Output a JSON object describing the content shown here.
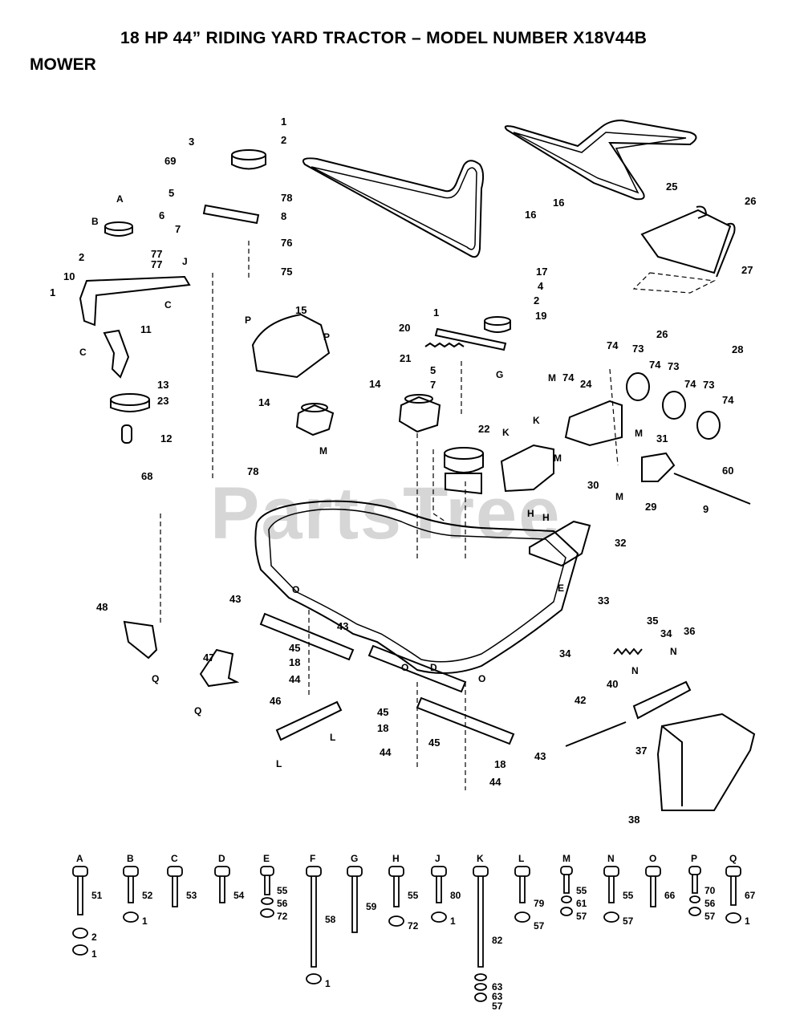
{
  "header": {
    "title": "18 HP 44” RIDING YARD TRACTOR – MODEL NUMBER X18V44B",
    "section": "MOWER"
  },
  "watermark": "PartsTree",
  "callouts": [
    {
      "id": "c1a",
      "text": "1"
    },
    {
      "id": "c2a",
      "text": "2"
    },
    {
      "id": "c3",
      "text": "3"
    },
    {
      "id": "c69",
      "text": "69"
    },
    {
      "id": "c5a",
      "text": "5"
    },
    {
      "id": "c78a",
      "text": "78"
    },
    {
      "id": "c8",
      "text": "8"
    },
    {
      "id": "c7a",
      "text": "7"
    },
    {
      "id": "c76",
      "text": "76"
    },
    {
      "id": "c75",
      "text": "75"
    },
    {
      "id": "c6",
      "text": "6"
    },
    {
      "id": "c77a",
      "text": "77"
    },
    {
      "id": "c77b",
      "text": "77"
    },
    {
      "id": "c2b",
      "text": "2"
    },
    {
      "id": "c10",
      "text": "10"
    },
    {
      "id": "c1b",
      "text": "1"
    },
    {
      "id": "c11",
      "text": "11"
    },
    {
      "id": "c13",
      "text": "13"
    },
    {
      "id": "c23",
      "text": "23"
    },
    {
      "id": "c12",
      "text": "12"
    },
    {
      "id": "c16a",
      "text": "16"
    },
    {
      "id": "c16b",
      "text": "16"
    },
    {
      "id": "c25",
      "text": "25"
    },
    {
      "id": "c26a",
      "text": "26"
    },
    {
      "id": "c27",
      "text": "27"
    },
    {
      "id": "c26b",
      "text": "26"
    },
    {
      "id": "c28",
      "text": "28"
    },
    {
      "id": "c15",
      "text": "15"
    },
    {
      "id": "c14a",
      "text": "14"
    },
    {
      "id": "c14b",
      "text": "14"
    },
    {
      "id": "c17",
      "text": "17"
    },
    {
      "id": "c4",
      "text": "4"
    },
    {
      "id": "c2c",
      "text": "2"
    },
    {
      "id": "c1c",
      "text": "1"
    },
    {
      "id": "c19",
      "text": "19"
    },
    {
      "id": "c20",
      "text": "20"
    },
    {
      "id": "c21",
      "text": "21"
    },
    {
      "id": "c5b",
      "text": "5"
    },
    {
      "id": "c7b",
      "text": "7"
    },
    {
      "id": "c22",
      "text": "22"
    },
    {
      "id": "c74a",
      "text": "74"
    },
    {
      "id": "c73a",
      "text": "73"
    },
    {
      "id": "c74b",
      "text": "74"
    },
    {
      "id": "c73b",
      "text": "73"
    },
    {
      "id": "c74c",
      "text": "74"
    },
    {
      "id": "c73c",
      "text": "73"
    },
    {
      "id": "c74d",
      "text": "74"
    },
    {
      "id": "c74e",
      "text": "74"
    },
    {
      "id": "c24",
      "text": "24"
    },
    {
      "id": "c31",
      "text": "31"
    },
    {
      "id": "c60",
      "text": "60"
    },
    {
      "id": "c29",
      "text": "29"
    },
    {
      "id": "c9",
      "text": "9"
    },
    {
      "id": "c30",
      "text": "30"
    },
    {
      "id": "c68",
      "text": "68"
    },
    {
      "id": "c78b",
      "text": "78"
    },
    {
      "id": "c32",
      "text": "32"
    },
    {
      "id": "c33",
      "text": "33"
    },
    {
      "id": "c48",
      "text": "48"
    },
    {
      "id": "c43a",
      "text": "43"
    },
    {
      "id": "c43b",
      "text": "43"
    },
    {
      "id": "c47",
      "text": "47"
    },
    {
      "id": "c45a",
      "text": "45"
    },
    {
      "id": "c18a",
      "text": "18"
    },
    {
      "id": "c44a",
      "text": "44"
    },
    {
      "id": "c46",
      "text": "46"
    },
    {
      "id": "c45b",
      "text": "45"
    },
    {
      "id": "c18b",
      "text": "18"
    },
    {
      "id": "c44b",
      "text": "44"
    },
    {
      "id": "c45c",
      "text": "45"
    },
    {
      "id": "c18c",
      "text": "18"
    },
    {
      "id": "c43c",
      "text": "43"
    },
    {
      "id": "c44c",
      "text": "44"
    },
    {
      "id": "c35",
      "text": "35"
    },
    {
      "id": "c34a",
      "text": "34"
    },
    {
      "id": "c34b",
      "text": "34"
    },
    {
      "id": "c36",
      "text": "36"
    },
    {
      "id": "c42",
      "text": "42"
    },
    {
      "id": "c40",
      "text": "40"
    },
    {
      "id": "c37",
      "text": "37"
    },
    {
      "id": "c38",
      "text": "38"
    }
  ],
  "ref_letters": [
    {
      "id": "lA",
      "text": "A"
    },
    {
      "id": "lB",
      "text": "B"
    },
    {
      "id": "lJ",
      "text": "J"
    },
    {
      "id": "lC1",
      "text": "C"
    },
    {
      "id": "lC2",
      "text": "C"
    },
    {
      "id": "lP1",
      "text": "P"
    },
    {
      "id": "lP2",
      "text": "P"
    },
    {
      "id": "lG",
      "text": "G"
    },
    {
      "id": "lM1",
      "text": "M"
    },
    {
      "id": "lM2",
      "text": "M"
    },
    {
      "id": "lM3",
      "text": "M"
    },
    {
      "id": "lM4",
      "text": "M"
    },
    {
      "id": "lM5",
      "text": "M"
    },
    {
      "id": "lK1",
      "text": "K"
    },
    {
      "id": "lK2",
      "text": "K"
    },
    {
      "id": "lH1",
      "text": "H"
    },
    {
      "id": "lH2",
      "text": "H"
    },
    {
      "id": "lE",
      "text": "E"
    },
    {
      "id": "lO1",
      "text": "O"
    },
    {
      "id": "lO2",
      "text": "O"
    },
    {
      "id": "lO3",
      "text": "O"
    },
    {
      "id": "lD",
      "text": "D"
    },
    {
      "id": "lQ1",
      "text": "Q"
    },
    {
      "id": "lQ2",
      "text": "Q"
    },
    {
      "id": "lL1",
      "text": "L"
    },
    {
      "id": "lL2",
      "text": "L"
    },
    {
      "id": "lN1",
      "text": "N"
    },
    {
      "id": "lN2",
      "text": "N"
    }
  ],
  "hardware_key": [
    {
      "letter": "A",
      "items": [
        "51",
        "2",
        "1"
      ]
    },
    {
      "letter": "B",
      "items": [
        "52",
        "1"
      ]
    },
    {
      "letter": "C",
      "items": [
        "53"
      ]
    },
    {
      "letter": "D",
      "items": [
        "54"
      ]
    },
    {
      "letter": "E",
      "items": [
        "55",
        "56",
        "72"
      ]
    },
    {
      "letter": "F",
      "items": [
        "58",
        "1"
      ]
    },
    {
      "letter": "G",
      "items": [
        "59"
      ]
    },
    {
      "letter": "H",
      "items": [
        "55",
        "72"
      ]
    },
    {
      "letter": "J",
      "items": [
        "80",
        "1"
      ]
    },
    {
      "letter": "K",
      "items": [
        "82",
        "63",
        "63",
        "57"
      ]
    },
    {
      "letter": "L",
      "items": [
        "79",
        "57"
      ]
    },
    {
      "letter": "M",
      "items": [
        "55",
        "61",
        "57"
      ]
    },
    {
      "letter": "N",
      "items": [
        "55",
        "57"
      ]
    },
    {
      "letter": "O",
      "items": [
        "66"
      ]
    },
    {
      "letter": "P",
      "items": [
        "70",
        "56",
        "57"
      ]
    },
    {
      "letter": "Q",
      "items": [
        "67",
        "1"
      ]
    }
  ]
}
